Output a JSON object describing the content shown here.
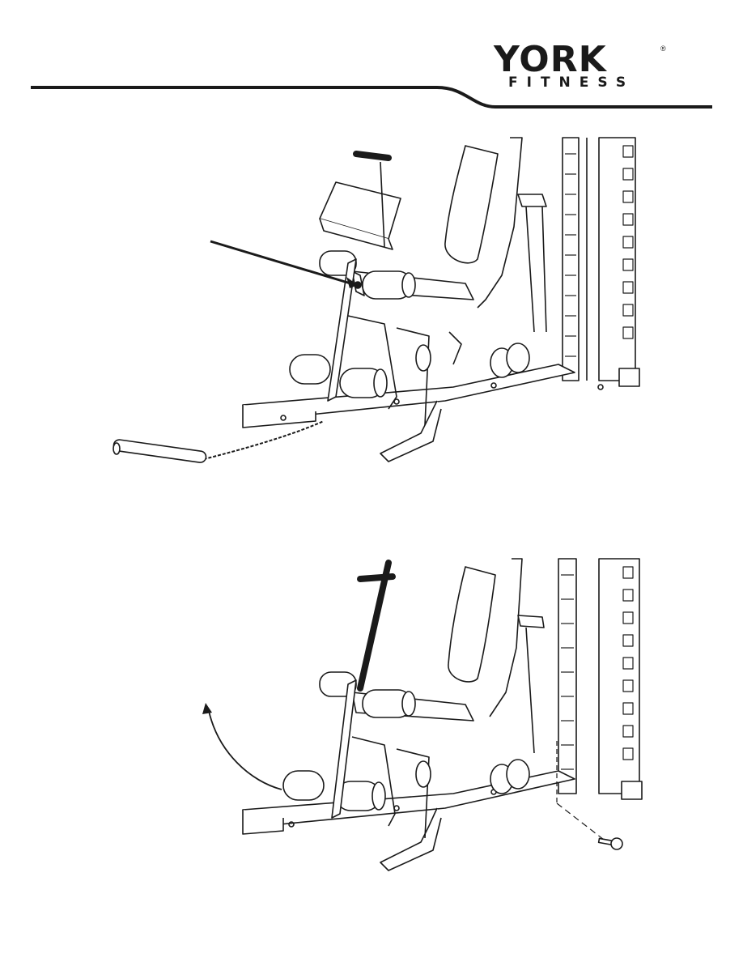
{
  "brand": {
    "name_line1": "YORK",
    "name_line2": "FITNESS",
    "registered_mark": "®"
  },
  "figures": [
    {
      "id": "figure-1-leg-extension-with-chain-handle",
      "caption": ""
    },
    {
      "id": "figure-2-leg-developer-raised",
      "caption": ""
    }
  ],
  "colors": {
    "ink": "#1a1a1a",
    "panel_fill": "#f7f7f7",
    "paper": "#ffffff"
  }
}
